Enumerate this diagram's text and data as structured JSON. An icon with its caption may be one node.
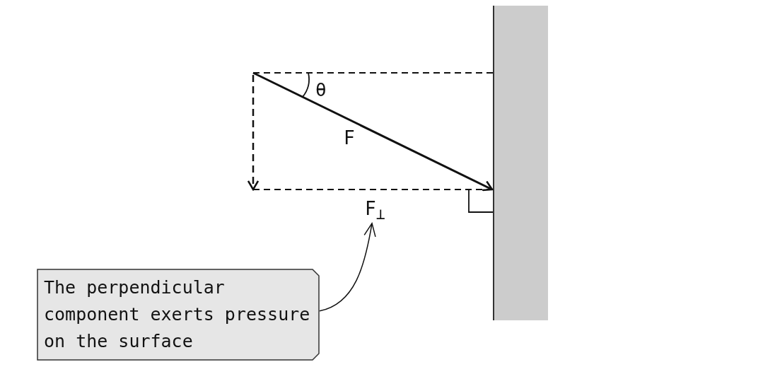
{
  "diagram": {
    "nodes": [
      {
        "text": [
          "The perpendicular component exerts pressure on the surface"
        ]
      },
      {
        "text": [
          "F$_{⊥}$"
        ]
      }
    ],
    "edges": [
      {
        "from": 0,
        "to": 1,
        "arrow": "to"
      }
    ],
    "labels": [
      "θ",
      "F"
    ]
  }
}
